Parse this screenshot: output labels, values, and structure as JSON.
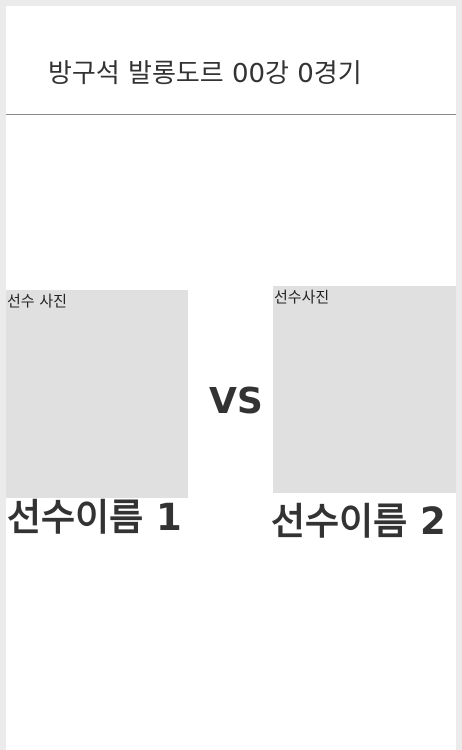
{
  "header": {
    "title": "방구석 발롱도르 00강 0경기"
  },
  "players": [
    {
      "photo_label": "선수 사진",
      "name": "선수이름 1"
    },
    {
      "photo_label": "선수사진",
      "name": "선수이름 2"
    }
  ],
  "versus_label": "VS",
  "colors": {
    "background": "#ffffff",
    "photo_placeholder": "#e0e0e0",
    "text": "#333333",
    "divider": "#8a8a8a"
  }
}
